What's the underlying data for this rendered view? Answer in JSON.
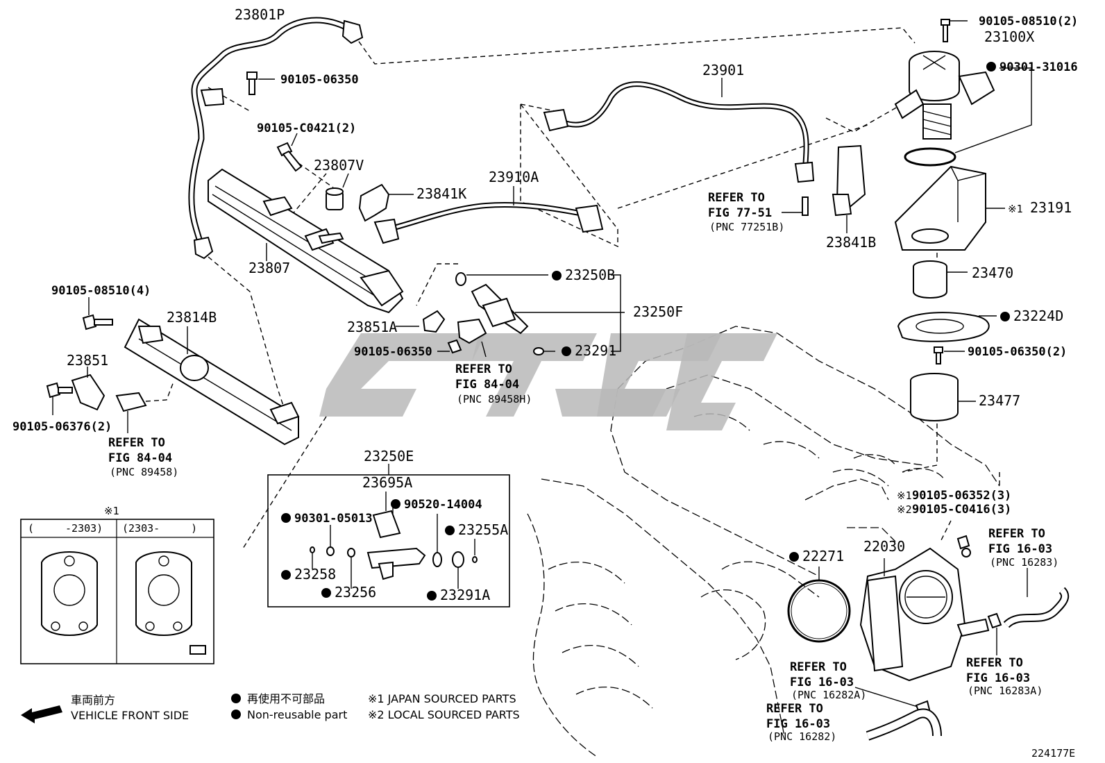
{
  "diagram_id": "224177E",
  "parts": [
    {
      "id": "p-23801p",
      "label": "23801P"
    },
    {
      "id": "p-90105-06350-a",
      "label": "90105-06350"
    },
    {
      "id": "p-90105-c0421",
      "label": "90105-C0421(2)"
    },
    {
      "id": "p-23807v",
      "label": "23807V"
    },
    {
      "id": "p-23807",
      "label": "23807"
    },
    {
      "id": "p-23841k",
      "label": "23841K"
    },
    {
      "id": "p-23910a",
      "label": "23910A"
    },
    {
      "id": "p-23901",
      "label": "23901"
    },
    {
      "id": "p-90105-08510-2",
      "label": "90105-08510(2)"
    },
    {
      "id": "p-23100x",
      "label": "23100X"
    },
    {
      "id": "p-90301-31016",
      "label": "90301-31016"
    },
    {
      "id": "p-23191",
      "label": "23191"
    },
    {
      "id": "p-23841b",
      "label": "23841B"
    },
    {
      "id": "p-23470",
      "label": "23470"
    },
    {
      "id": "p-23224d",
      "label": "23224D"
    },
    {
      "id": "p-90105-06350-2",
      "label": "90105-06350(2)"
    },
    {
      "id": "p-23477",
      "label": "23477"
    },
    {
      "id": "p-23250b",
      "label": "23250B"
    },
    {
      "id": "p-23250f",
      "label": "23250F"
    },
    {
      "id": "p-23291",
      "label": "23291"
    },
    {
      "id": "p-23851a",
      "label": "23851A"
    },
    {
      "id": "p-90105-06350-b",
      "label": "90105-06350"
    },
    {
      "id": "p-90105-08510-4",
      "label": "90105-08510(4)"
    },
    {
      "id": "p-23814b",
      "label": "23814B"
    },
    {
      "id": "p-23851",
      "label": "23851"
    },
    {
      "id": "p-90105-06376",
      "label": "90105-06376(2)"
    },
    {
      "id": "p-23250e",
      "label": "23250E"
    },
    {
      "id": "p-23695a",
      "label": "23695A"
    },
    {
      "id": "p-90520-14004",
      "label": "90520-14004"
    },
    {
      "id": "p-90301-05013",
      "label": "90301-05013"
    },
    {
      "id": "p-23255a",
      "label": "23255A"
    },
    {
      "id": "p-23258",
      "label": "23258"
    },
    {
      "id": "p-23256",
      "label": "23256"
    },
    {
      "id": "p-23291a",
      "label": "23291A"
    },
    {
      "id": "p-22271",
      "label": "22271"
    },
    {
      "id": "p-22030",
      "label": "22030"
    },
    {
      "id": "p-90105-06352",
      "label": "90105-06352(3)"
    },
    {
      "id": "p-90105-c0416",
      "label": "90105-C0416(3)"
    }
  ],
  "marks": {
    "note1": "※1",
    "note2": "※2",
    "note1_small": "※1",
    "note2_small": "※2"
  },
  "refs": {
    "fig7751": {
      "line1": "REFER TO",
      "line2": "FIG 77-51",
      "pnc": "(PNC 77251B)"
    },
    "fig8404a": {
      "line1": "REFER TO",
      "line2": "FIG 84-04",
      "pnc": "(PNC 89458H)"
    },
    "fig8404b": {
      "line1": "REFER TO",
      "line2": "FIG 84-04",
      "pnc": "(PNC 89458)"
    },
    "fig1603a": {
      "line1": "REFER TO",
      "line2": "FIG 16-03",
      "pnc": "(PNC 16283)"
    },
    "fig1603b": {
      "line1": "REFER TO",
      "line2": "FIG 16-03",
      "pnc": "(PNC 16283A)"
    },
    "fig1603c": {
      "line1": "REFER TO",
      "line2": "FIG 16-03",
      "pnc": "(PNC 16282A)"
    },
    "fig1603d": {
      "line1": "REFER TO",
      "line2": "FIG 16-03",
      "pnc": "(PNC 16282)"
    }
  },
  "inset": {
    "mark": "※1",
    "col1": "(　　　-2303)",
    "col2": "(2303-　　　)"
  },
  "legend": {
    "front_jp": "車両前方",
    "front_en": "VEHICLE FRONT SIDE",
    "nonreuse_jp": "再使用不可部品",
    "nonreuse_en": "Non-reusable part",
    "note1": "※1 JAPAN SOURCED PARTS",
    "note2": "※2 LOCAL SOURCED PARTS"
  },
  "watermark": "ctgc"
}
